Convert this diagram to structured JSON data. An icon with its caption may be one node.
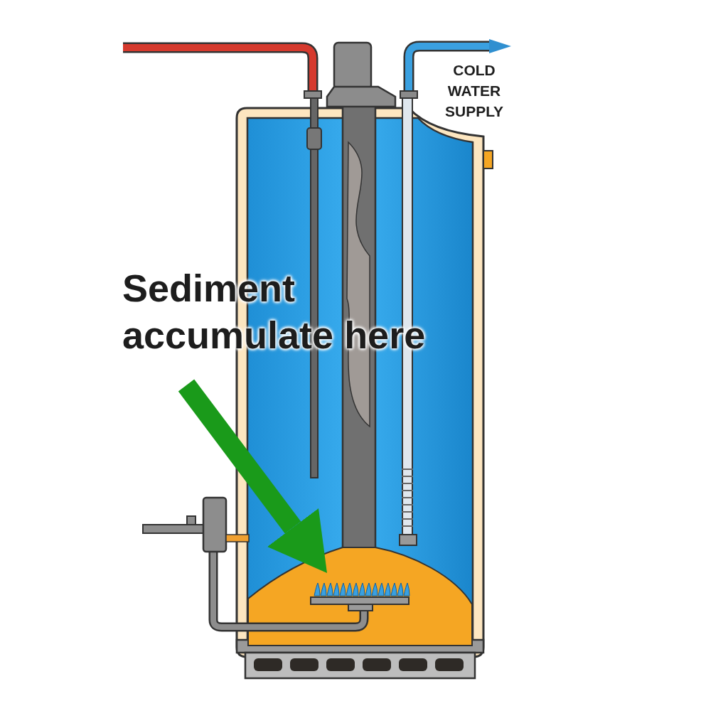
{
  "diagram": {
    "nodes": [
      {
        "text": [
          "Sediment accumulate here"
        ]
      },
      {
        "text": [],
        "shape": "picture"
      }
    ],
    "edges": [
      {
        "from": 0,
        "to": 1,
        "arrow": "to",
        "color": "#1a9a1a"
      }
    ],
    "labels": [
      "COLD WATER SUPPLY"
    ]
  }
}
